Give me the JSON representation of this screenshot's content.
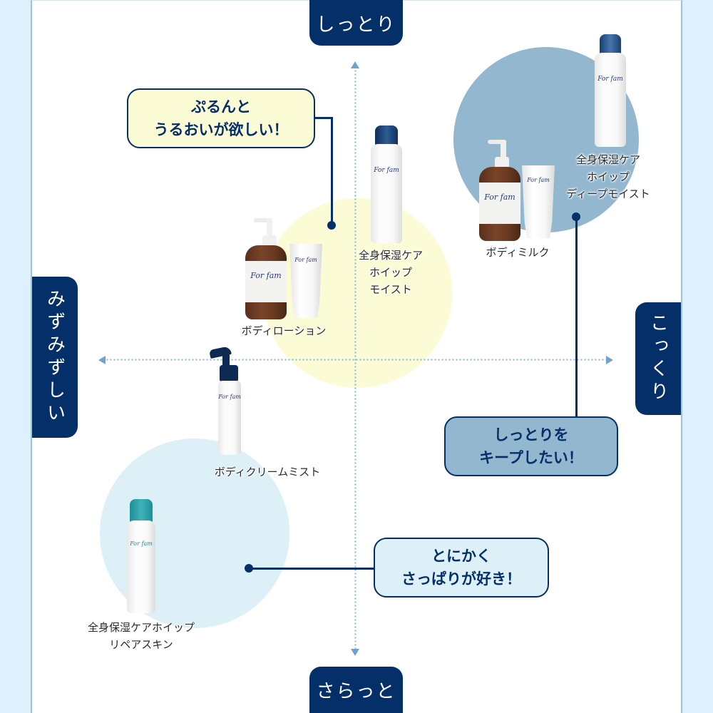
{
  "axes": {
    "top": "しっとり",
    "bottom": "さらっと",
    "left": "みずみずしい",
    "right": "こっくり"
  },
  "callouts": {
    "yellow": {
      "line1": "ぷるんと",
      "line2": "うるおいが欲しい！",
      "color": "#fbfcd6"
    },
    "steel": {
      "line1": "しっとりを",
      "line2": "キープしたい！",
      "color": "#92b7cf"
    },
    "sky": {
      "line1": "とにかく",
      "line2": "さっぱりが好き！",
      "color": "#ddeff7"
    }
  },
  "products": {
    "body_lotion": {
      "name": "ボディローション",
      "brand": "For fam"
    },
    "whip_moist": {
      "line1": "全身保湿ケア",
      "line2": "ホイップ",
      "line3": "モイスト",
      "brand": "For fam"
    },
    "body_milk": {
      "name": "ボディミルク",
      "brand": "For fam"
    },
    "whip_deep_moist": {
      "line1": "全身保湿ケア",
      "line2": "ホイップ",
      "line3": "ディープモイスト",
      "brand": "For fam"
    },
    "body_cream_mist": {
      "name": "ボディクリームミスト",
      "brand": "For fam"
    },
    "whip_repair_skin": {
      "line1": "全身保湿ケアホイップ",
      "line2": "リペアスキン",
      "brand": "For fam"
    }
  },
  "colors": {
    "navy": "#042f69",
    "axis_arrow": "#6fa3cb",
    "background": "#dff0fd"
  }
}
